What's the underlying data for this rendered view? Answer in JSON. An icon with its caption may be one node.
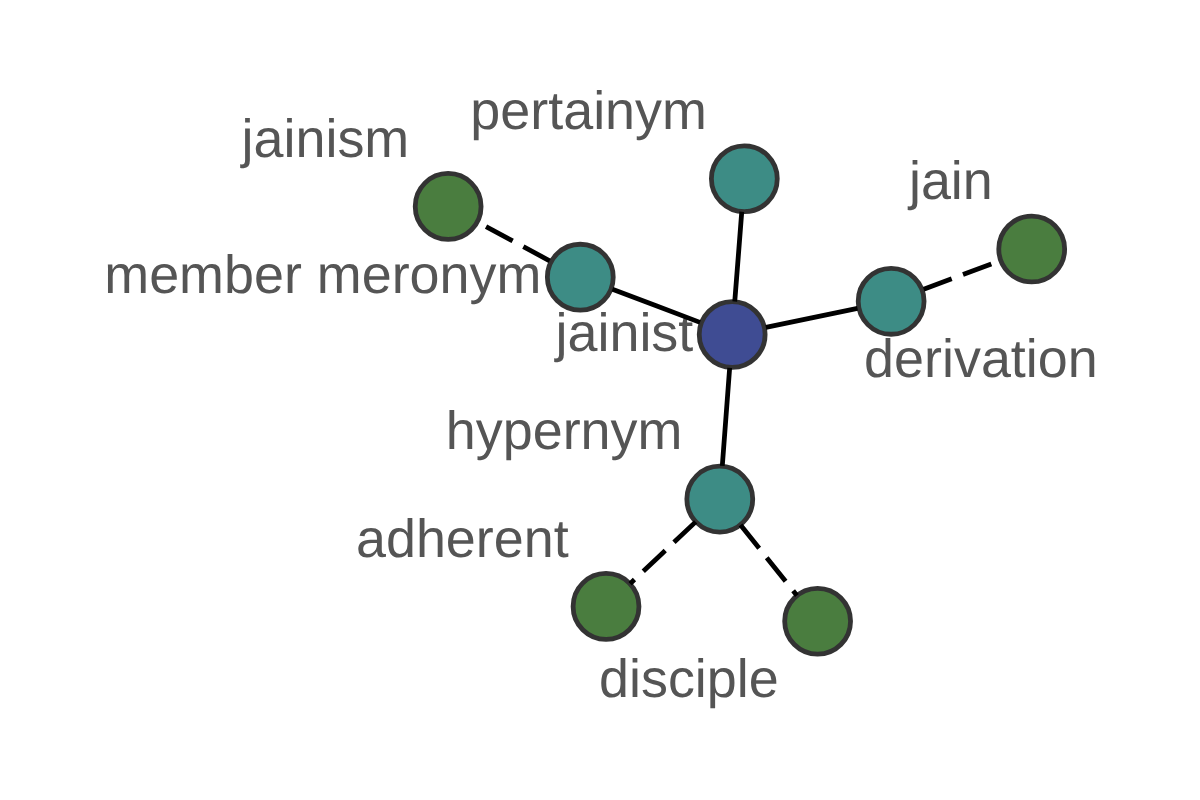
{
  "diagram": {
    "nodes": [
      {
        "text": [
          "jainism"
        ]
      },
      {
        "text": [
          "jain"
        ]
      },
      {
        "text": [
          "derivation"
        ]
      },
      {
        "text": [
          "member meronym"
        ]
      },
      {
        "text": [
          "jainist"
        ]
      },
      {
        "text": [
          "pertainym"
        ]
      },
      {
        "text": [
          "hypernym"
        ]
      },
      {
        "text": [
          "disciple"
        ]
      },
      {
        "text": [
          "adherent"
        ]
      }
    ],
    "edges": [
      {
        "from": 4,
        "to": 2,
        "arrow": "none"
      },
      {
        "from": 4,
        "to": 3,
        "arrow": "none"
      },
      {
        "from": 4,
        "to": 5,
        "arrow": "none"
      },
      {
        "from": 4,
        "to": 6,
        "arrow": "none"
      },
      {
        "from": 2,
        "to": 1,
        "arrow": "none",
        "style": "dashed"
      },
      {
        "from": 3,
        "to": 0,
        "arrow": "none",
        "style": "dashed"
      },
      {
        "from": 6,
        "to": 7,
        "arrow": "none",
        "style": "dashed"
      },
      {
        "from": 6,
        "to": 8,
        "arrow": "none",
        "style": "dashed"
      }
    ]
  }
}
